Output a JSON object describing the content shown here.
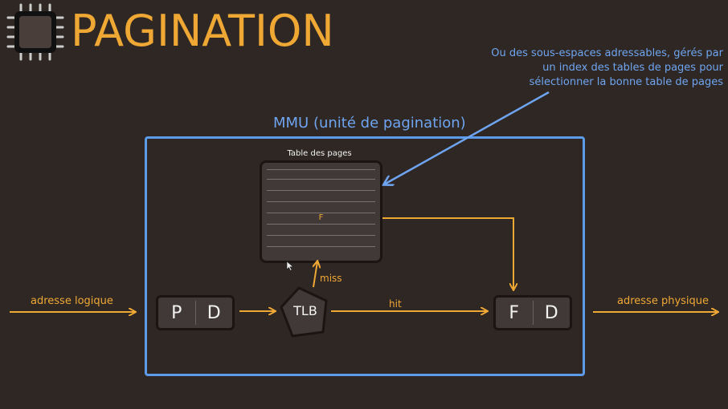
{
  "title": "PAGINATION",
  "note": "Ou des sous-espaces adressables, gérés par un index des tables de pages pour sélectionner la bonne table de pages",
  "mmu": {
    "label": "MMU (unité de pagination)"
  },
  "page_table": {
    "title": "Table des pages",
    "entry": "F"
  },
  "logical_address": {
    "label": "adresse logique",
    "p": "P",
    "d": "D"
  },
  "tlb": {
    "label": "TLB",
    "hit": "hit",
    "miss": "miss"
  },
  "physical_address": {
    "label": "adresse physique",
    "f": "F",
    "d": "D"
  },
  "colors": {
    "accent": "#f0a835",
    "blue": "#5c9be8",
    "background": "#2e2724"
  }
}
